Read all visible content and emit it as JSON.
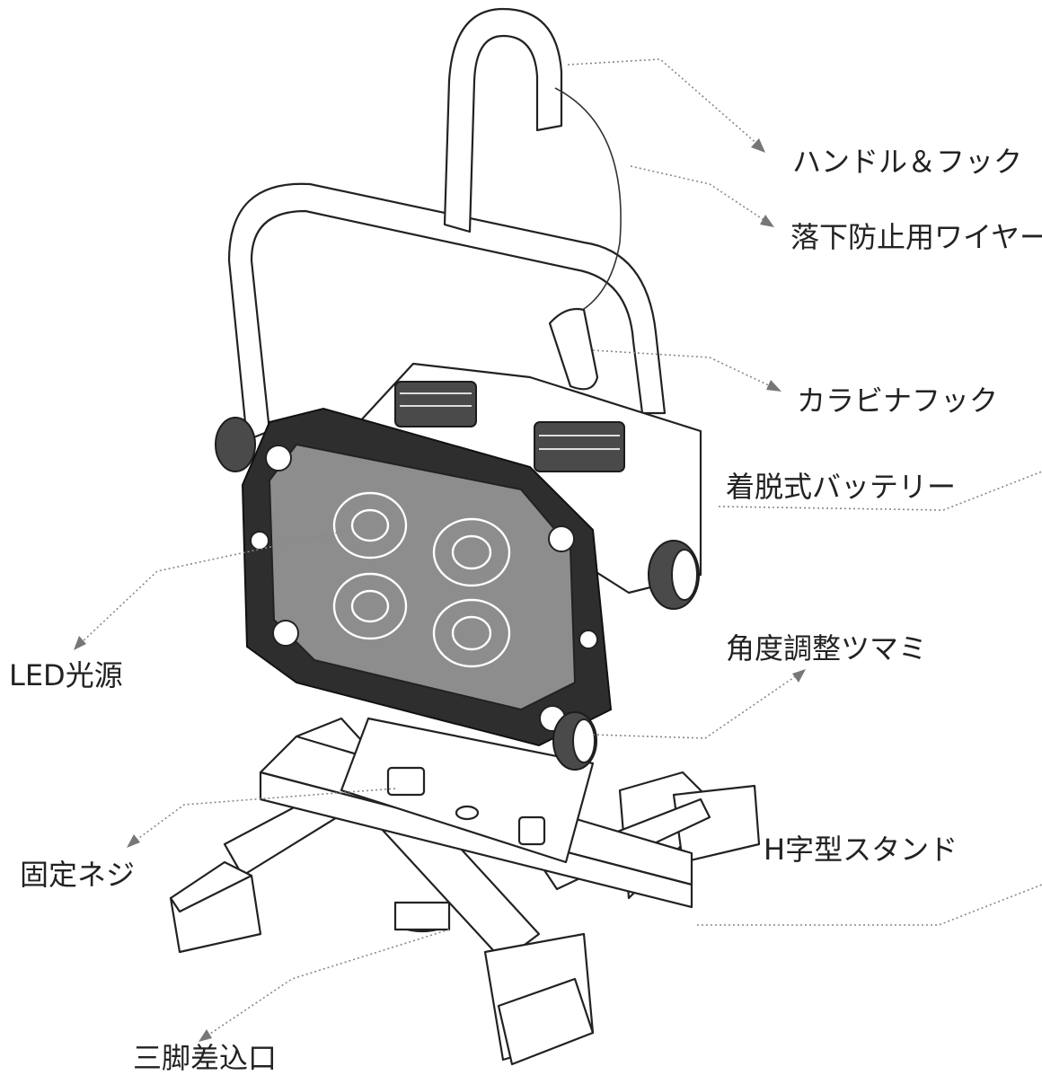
{
  "labels": {
    "handle_hook": "ハンドル＆フック",
    "fall_wire": "落下防止用ワイヤー",
    "carabiner": "カラビナフック",
    "battery": "着脱式バッテリー",
    "led": "LED光源",
    "angle_knob": "角度調整ツマミ",
    "fix_screw": "固定ネジ",
    "h_stand": "H字型スタンド",
    "tripod": "三脚差込口"
  }
}
